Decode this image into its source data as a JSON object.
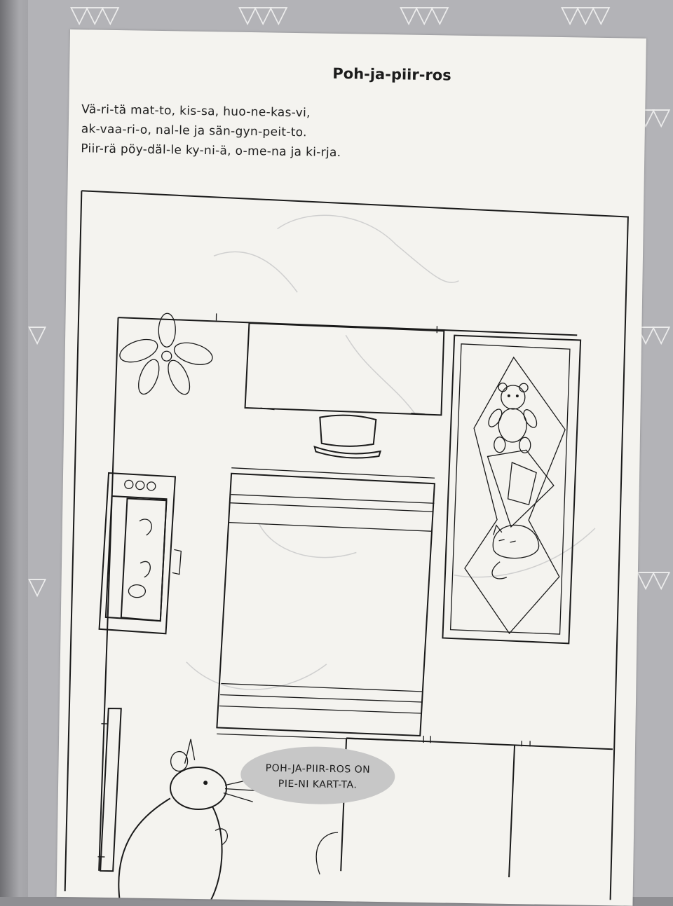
{
  "worksheet": {
    "title": "Poh-ja-piir-ros",
    "instructions": [
      "Vä-ri-tä mat-to, kis-sa, huo-ne-kas-vi,",
      "ak-vaa-ri-o, nal-le ja sän-gyn-peit-to.",
      "Piir-rä pöy-däl-le ky-ni-ä, o-me-na ja ki-rja."
    ],
    "speech_bubble": [
      "POH-JA-PIIR-ROS ON",
      "PIE-NI KART-TA."
    ]
  },
  "icons": [
    "houseplant-icon",
    "teddy-bear-icon",
    "sleeping-cat-icon",
    "mouse-character-icon",
    "aquarium-icon"
  ],
  "colors": {
    "page": "#f4f3ef",
    "ink": "#1a1a1a",
    "border_pattern": "#b3b3b7",
    "bubble": "#c7c7c7"
  }
}
